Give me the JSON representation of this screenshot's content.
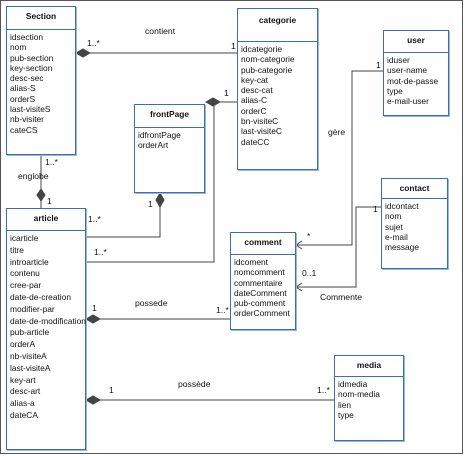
{
  "classes": {
    "section": {
      "name": "Section",
      "attributes": [
        "idsection",
        "nom",
        "pub-section",
        "key-section",
        "desc-sec",
        "alias-S",
        "orderS",
        "last-visiteS",
        "nb-visiter",
        "cateCS"
      ]
    },
    "categorie": {
      "name": "categorie",
      "attributes": [
        "idcategorie",
        "nom-categorie",
        "pub-categorie",
        "key-cat",
        "desc-cat",
        "alias-C",
        "orderC",
        "bn-visiteC",
        "last-visiteC",
        "dateCC"
      ]
    },
    "user": {
      "name": "user",
      "attributes": [
        "iduser",
        "user-name",
        "mot-de-passe",
        "type",
        "e-mail-user"
      ]
    },
    "frontpage": {
      "name": "frontPage",
      "attributes": [
        "idfrontPage",
        "orderArt"
      ]
    },
    "contact": {
      "name": "contact",
      "attributes": [
        "idcontact",
        "nom",
        "sujet",
        "e-mail",
        "message"
      ]
    },
    "article": {
      "name": "article",
      "attributes": [
        "icarticle",
        "titre",
        "introarticle",
        "contenu",
        "cree-par",
        "date-de-creation",
        "modifier-par",
        "date-de-modification",
        "pub-article",
        "orderA",
        "nb-visiteA",
        "last-visiteA",
        "key-art",
        "desc-art",
        "alias-a",
        "dateCA"
      ]
    },
    "comment": {
      "name": "comment",
      "attributes": [
        "idcoment",
        "nomcomment",
        "commentaire",
        "dateComment",
        "pub-comment",
        "orderComment"
      ]
    },
    "media": {
      "name": "media",
      "attributes": [
        "idmedia",
        "nom-media",
        "lien",
        "type"
      ]
    }
  },
  "relations": {
    "contient": {
      "name": "contient",
      "mult_section": "1..*",
      "mult_categorie": "1"
    },
    "englobe": {
      "name": "englobe",
      "mult_section": "1..*",
      "mult_article": "1"
    },
    "frontpage_article": {
      "mult_article": "1..*",
      "mult_frontpage": "1"
    },
    "article_categorie": {
      "mult_article": "1..*",
      "mult_categorie": "1"
    },
    "gere": {
      "name": "gère",
      "mult_user": "1",
      "mult_comment": "*"
    },
    "commente": {
      "name": "Commente",
      "mult_comment": "0..1",
      "mult_contact": "1"
    },
    "possede_comment": {
      "name": "possede",
      "mult_article": "1",
      "mult_comment": "1..*"
    },
    "possede_media": {
      "name": "possède",
      "mult_article": "1",
      "mult_media": "1..*"
    }
  },
  "colors": {
    "class_border": "#3a6fb5",
    "line": "#444444"
  }
}
